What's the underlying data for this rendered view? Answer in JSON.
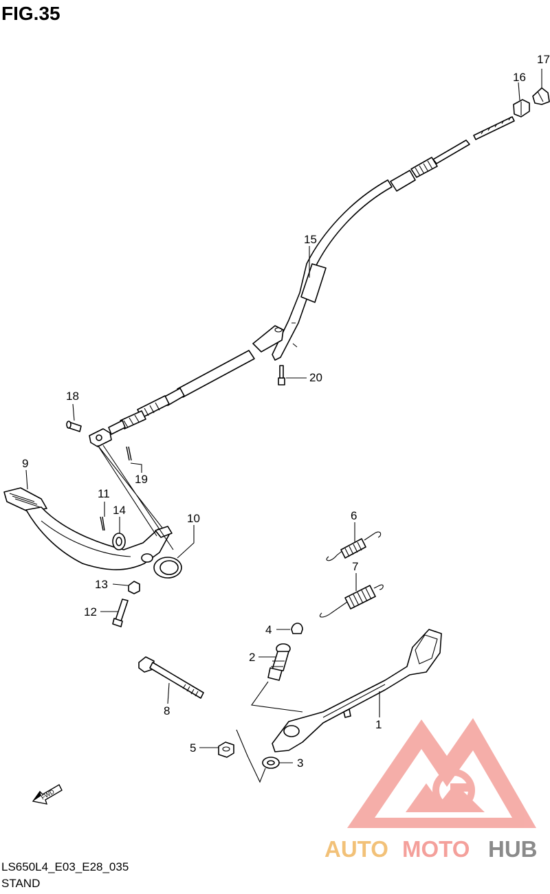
{
  "figure": {
    "title": "FIG.35"
  },
  "footer": {
    "code": "LS650L4_E03_E28_035",
    "caption": "STAND"
  },
  "parts": [
    {
      "id": "1",
      "label": "1"
    },
    {
      "id": "2",
      "label": "2"
    },
    {
      "id": "3",
      "label": "3"
    },
    {
      "id": "4",
      "label": "4"
    },
    {
      "id": "5",
      "label": "5"
    },
    {
      "id": "6",
      "label": "6"
    },
    {
      "id": "7",
      "label": "7"
    },
    {
      "id": "8",
      "label": "8"
    },
    {
      "id": "9",
      "label": "9"
    },
    {
      "id": "10",
      "label": "10"
    },
    {
      "id": "11",
      "label": "11"
    },
    {
      "id": "12",
      "label": "12"
    },
    {
      "id": "13",
      "label": "13"
    },
    {
      "id": "14",
      "label": "14"
    },
    {
      "id": "15",
      "label": "15"
    },
    {
      "id": "16",
      "label": "16"
    },
    {
      "id": "17",
      "label": "17"
    },
    {
      "id": "18",
      "label": "18"
    },
    {
      "id": "19",
      "label": "19"
    },
    {
      "id": "20",
      "label": "20"
    }
  ],
  "direction_arrow": {
    "label": "FWD"
  },
  "watermark": {
    "part1": "AUTO",
    "part2": "MOTO",
    "part3": "HUB",
    "color_light": "#f2c178",
    "color_main": "#f4a09b",
    "color_dark": "#8a8a8a"
  }
}
